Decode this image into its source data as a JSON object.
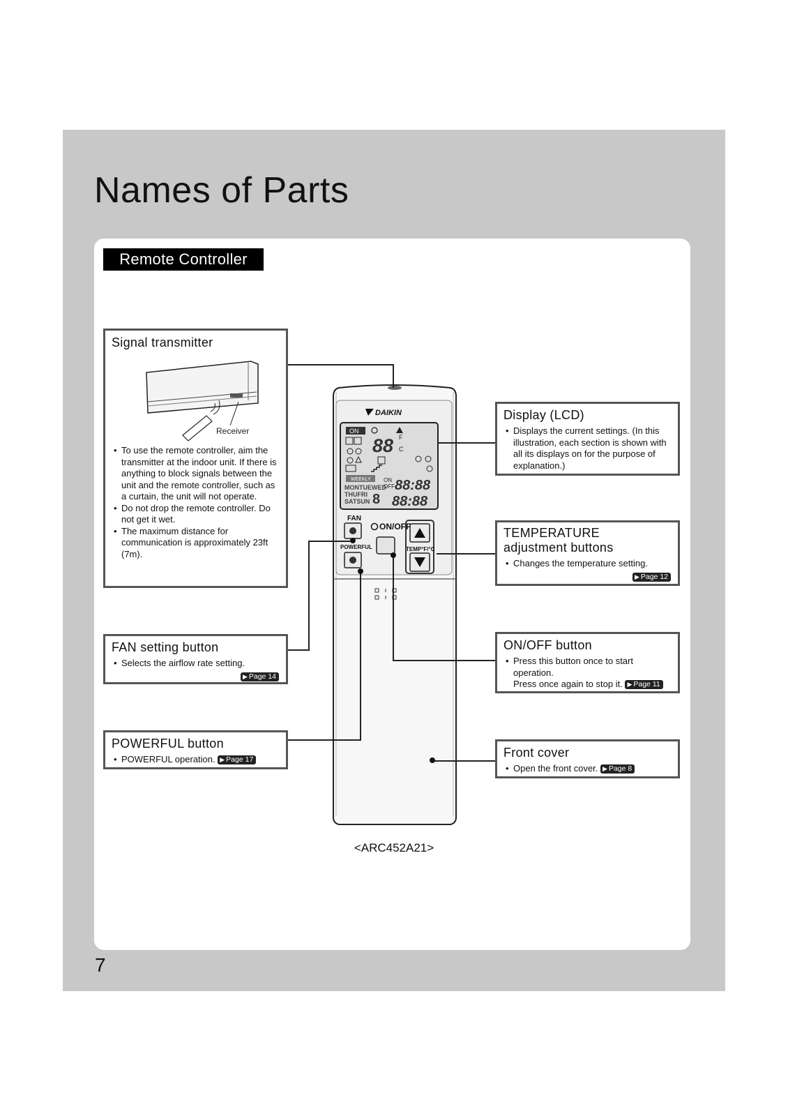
{
  "page": {
    "title": "Names of Parts",
    "section": "Remote Controller",
    "page_number": "7",
    "model": "<ARC452A21>"
  },
  "callouts": {
    "signal_transmitter": {
      "heading": "Signal transmitter",
      "receiver_label": "Receiver",
      "bullets": [
        "To use the remote controller, aim the transmitter at the indoor unit. If there is anything to block signals between the unit and the remote controller, such as a curtain, the unit will not operate.",
        "Do not drop the remote controller. Do not get it wet.",
        "The maximum distance for communication is approximately 23ft (7m)."
      ]
    },
    "fan_setting": {
      "heading": "FAN setting button",
      "bullet": "Selects the airflow rate setting.",
      "ref": "Page 14"
    },
    "powerful": {
      "heading": "POWERFUL button",
      "bullet": "POWERFUL operation.",
      "ref": "Page 17"
    },
    "display": {
      "heading": "Display (LCD)",
      "bullet": "Displays the current settings. (In this illustration, each section is shown with all its displays on for the purpose of explanation.)"
    },
    "temperature": {
      "heading_line1": "TEMPERATURE",
      "heading_line2": "adjustment buttons",
      "bullet": "Changes the temperature setting.",
      "ref": "Page 12"
    },
    "onoff": {
      "heading": "ON/OFF button",
      "bullet_line1": "Press this button once to start operation.",
      "bullet_line2": "Press once again to stop it.",
      "ref": "Page 11"
    },
    "front_cover": {
      "heading": "Front cover",
      "bullet": "Open the front cover.",
      "ref": "Page 8"
    }
  },
  "remote": {
    "brand": "DAIKIN",
    "lcd": {
      "on": "ON",
      "temp_digits": "88",
      "unit_f": "F",
      "unit_c": "C",
      "weekly": "WEEKLY",
      "days_row1": "MONTUEWED",
      "days_row2": "THUFRI",
      "days_row3": "SATSUN",
      "day_digit": "8",
      "timer_on": "ON",
      "timer_off": "OFF",
      "clock1": "88:88",
      "clock2": "88:88"
    },
    "buttons": {
      "fan": "FAN",
      "onoff": "ON/OFF",
      "powerful": "POWERFUL",
      "temp": "TEMP°F/°C"
    }
  }
}
